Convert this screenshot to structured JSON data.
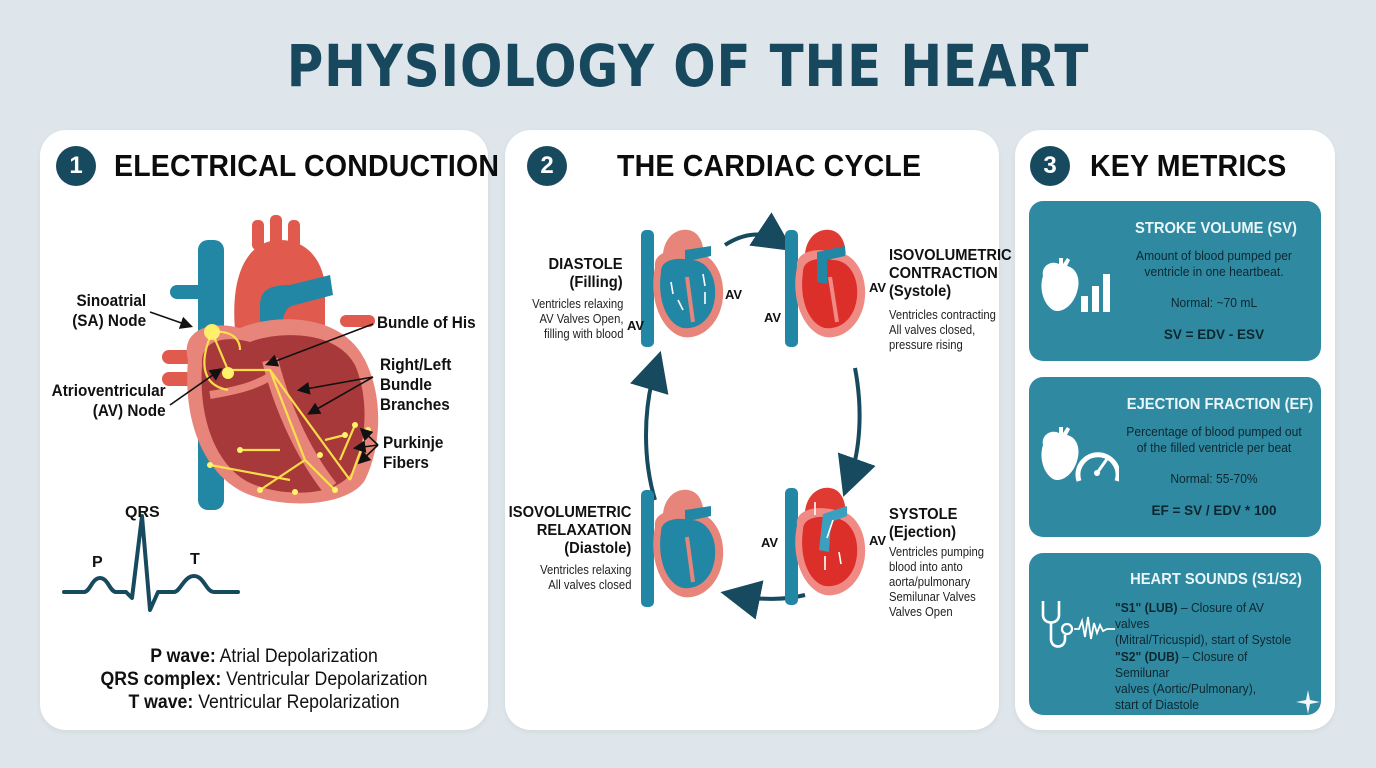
{
  "title": "PHYSIOLOGY OF THE HEART",
  "colors": {
    "background": "#dfe6eb",
    "title": "#17485d",
    "badge": "#174a5e",
    "arrow": "#174a5e",
    "card": "#2f8aa1",
    "artery_red": "#e05548",
    "vein_blue": "#2286a5",
    "conduction_yellow": "#ffe54a"
  },
  "panels": [
    {
      "number": "1",
      "title": "ELECTRICAL CONDUCTION",
      "labels": {
        "sa_node": [
          "Sinoatrial",
          "(SA) Node"
        ],
        "av_node": [
          "Atrioventricular",
          "(AV) Node"
        ],
        "bundle_his": "Bundle of His",
        "bundle_branches": [
          "Right/Left",
          "Bundle",
          "Branches"
        ],
        "purkinje": [
          "Purkinje",
          "Fibers"
        ]
      },
      "ecg": {
        "qrs": "QRS",
        "p": "P",
        "t": "T"
      },
      "legend": [
        {
          "term": "P wave:",
          "desc": "Atrial Depolarization"
        },
        {
          "term": "QRS complex:",
          "desc": "Ventricular Depolarization"
        },
        {
          "term": "T wave:",
          "desc": "Ventricular Repolarization"
        }
      ]
    },
    {
      "number": "2",
      "title": "THE CARDIAC CYCLE",
      "valve_label": "AV",
      "stages": [
        {
          "title": [
            "DIASTOLE",
            "(Filling)"
          ],
          "desc": [
            "Ventricles relaxing",
            "AV Valves Open,",
            "filling with blood"
          ]
        },
        {
          "title": [
            "ISOVOLUMETRIC",
            "CONTRACTION",
            "(Systole)"
          ],
          "desc": [
            "Ventricles contracting",
            "All valves closed,",
            "pressure rising"
          ]
        },
        {
          "title": [
            "SYSTOLE",
            "(Ejection)"
          ],
          "desc": [
            "Ventricles pumping",
            "blood into anto",
            "aorta/pulmonary",
            "Semilunar Valves",
            "Valves Open"
          ]
        },
        {
          "title": [
            "ISOVOLUMETRIC",
            "RELAXATION",
            "(Diastole)"
          ],
          "desc": [
            "Ventricles relaxing",
            "All valves closed"
          ]
        }
      ]
    },
    {
      "number": "3",
      "title": "KEY METRICS",
      "metrics": [
        {
          "icon": "heart-bar-chart-icon",
          "title": "STROKE VOLUME (SV)",
          "desc": [
            "Amount of blood pumped per",
            "ventricle in one heartbeat."
          ],
          "normal": "Normal: ~70 mL",
          "formula": "SV = EDV - ESV"
        },
        {
          "icon": "heart-gauge-icon",
          "title": "EJECTION FRACTION (EF)",
          "desc": [
            "Percentage of blood pumped out",
            "of the filled ventricle per beat"
          ],
          "normal": "Normal: 55-70%",
          "formula": "EF = SV / EDV * 100"
        },
        {
          "icon": "stethoscope-waveform-icon",
          "title": "HEART SOUNDS (S1/S2)",
          "s1": {
            "term": "\"S1\" (LUB)",
            "desc": " – Closure of AV valves",
            "line2": "(Mitral/Tricuspid), start of Systole"
          },
          "s2": {
            "term": "\"S2\" (DUB)",
            "desc": " – Closure of Semilunar",
            "line2": "valves (Aortic/Pulmonary),",
            "line3": "start of Diastole"
          }
        }
      ]
    }
  ]
}
